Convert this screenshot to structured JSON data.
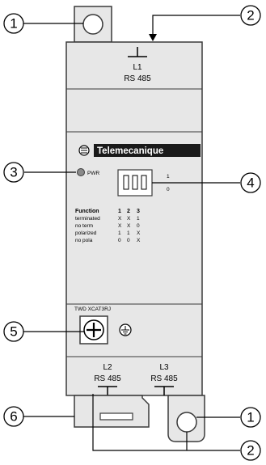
{
  "brand": "Telemecanique",
  "model": "TWD XCAT3RJ",
  "ports": {
    "top": {
      "name": "L1",
      "type": "RS 485"
    },
    "bottom_left": {
      "name": "L2",
      "type": "RS 485"
    },
    "bottom_right": {
      "name": "L3",
      "type": "RS 485"
    }
  },
  "led_label": "PWR",
  "switch_positions": {
    "on": "1",
    "off": "0"
  },
  "function_table": {
    "headers": [
      "Function",
      "1",
      "2",
      "3"
    ],
    "rows": [
      [
        "terminated",
        "X",
        "X",
        "1"
      ],
      [
        "no term",
        "X",
        "X",
        "0"
      ],
      [
        "polarized",
        "1",
        "1",
        "X"
      ],
      [
        "no pola",
        "0",
        "0",
        "X"
      ]
    ]
  },
  "callouts": [
    "1",
    "2",
    "3",
    "4",
    "5",
    "6",
    "1",
    "2"
  ],
  "colors": {
    "body": "#e7e7e7",
    "stroke": "#3a3a3a",
    "brand_bg": "#1a1a1a",
    "brand_text": "#ffffff"
  }
}
